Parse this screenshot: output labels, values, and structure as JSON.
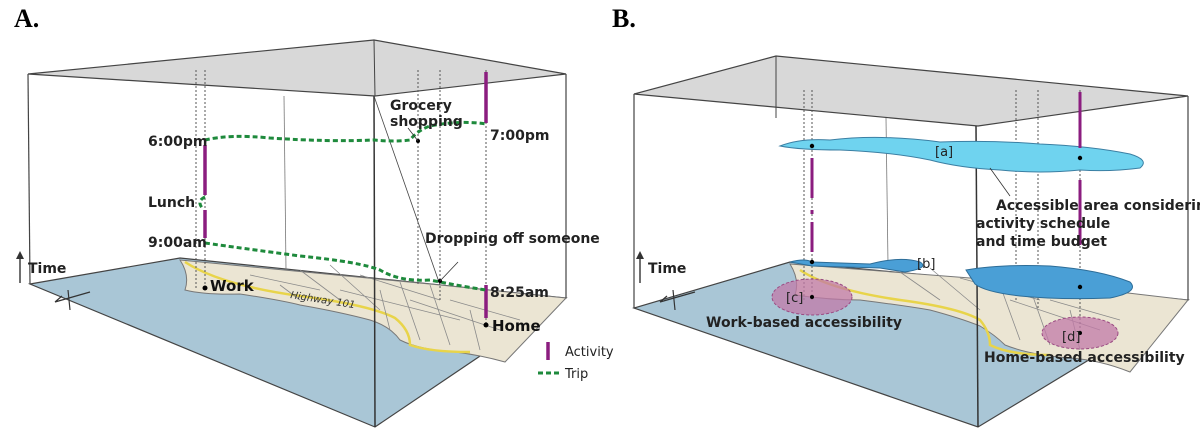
{
  "panels": {
    "a": {
      "label": "A.",
      "axis_label": "Time",
      "times": {
        "t600": "6:00pm",
        "t900": "9:00am",
        "t700": "7:00pm",
        "t825": "8:25am"
      },
      "events": {
        "lunch": "Lunch",
        "grocery_line1": "Grocery",
        "grocery_line2": "shopping",
        "dropping": "Dropping off someone"
      },
      "places": {
        "work": "Work",
        "home": "Home"
      },
      "road": "Highway 101",
      "legend": {
        "activity": "Activity",
        "trip": "Trip"
      }
    },
    "b": {
      "label": "B.",
      "axis_label": "Time",
      "regions": {
        "a": "[a]",
        "b": "[b]",
        "c": "[c]",
        "d": "[d]"
      },
      "note_lines": [
        "Accessible area considering",
        "activity schedule",
        "and time budget"
      ],
      "work_based": "Work-based accessibility",
      "home_based": "Home-based accessibility"
    }
  },
  "colors": {
    "activity": "#8b1d7f",
    "trip": "#1e8a3c",
    "ceiling": "#d6d6d6",
    "water": "#a9c6d6",
    "land": "#ece6d6",
    "accessible": "#6fd3ef",
    "accessible_dark": "#4a9fd6",
    "accessibility_zone": "#c27aa8"
  }
}
